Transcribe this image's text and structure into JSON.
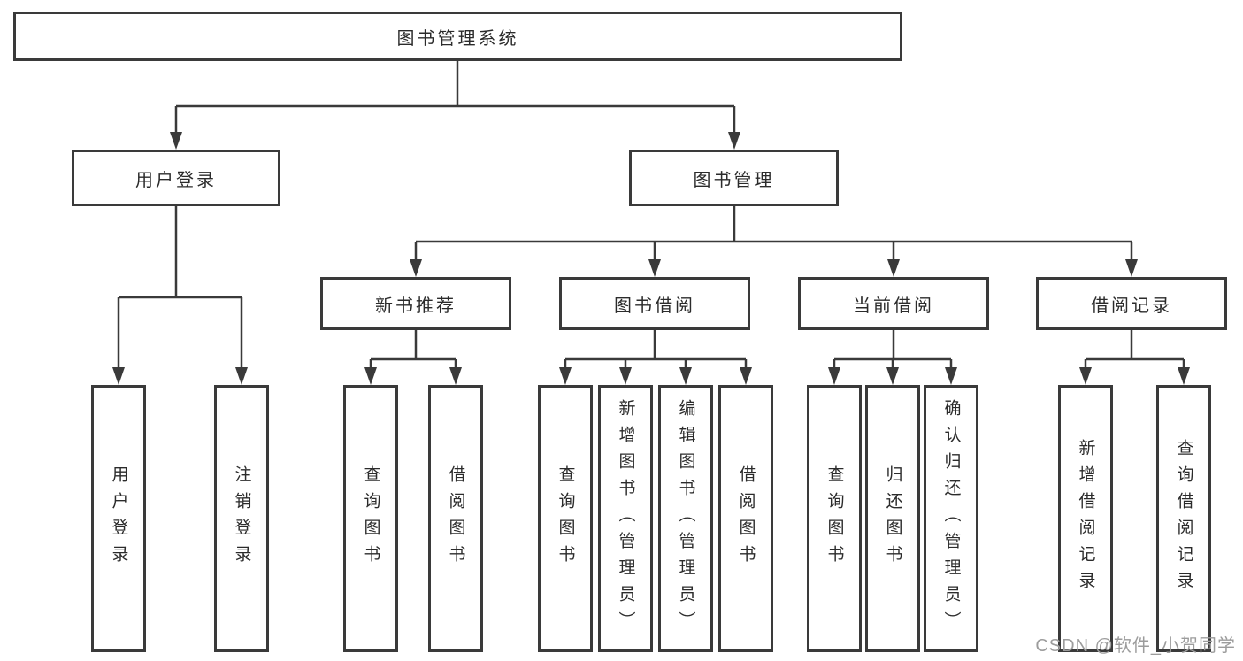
{
  "colors": {
    "line": "#3a3a3a",
    "box_border": "#3a3a3a",
    "box_fill": "#ffffff",
    "text": "#2b2b2b",
    "watermark": "#9c9c9c",
    "background": "#ffffff"
  },
  "watermark": "CSDN @软件_小贺同学",
  "tree": {
    "root": "图书管理系统",
    "branches": [
      {
        "label": "用户登录",
        "children": [
          "用户登录",
          "注销登录"
        ]
      },
      {
        "label": "图书管理",
        "children": [
          {
            "label": "新书推荐",
            "children": [
              "查询图书",
              "借阅图书"
            ]
          },
          {
            "label": "图书借阅",
            "children": [
              "查询图书",
              "新增图书（管理员）",
              "编辑图书（管理员）",
              "借阅图书"
            ]
          },
          {
            "label": "当前借阅",
            "children": [
              "查询图书",
              "归还图书",
              "确认归还（管理员）"
            ]
          },
          {
            "label": "借阅记录",
            "children": [
              "新增借阅记录",
              "查询借阅记录"
            ]
          }
        ]
      }
    ]
  }
}
